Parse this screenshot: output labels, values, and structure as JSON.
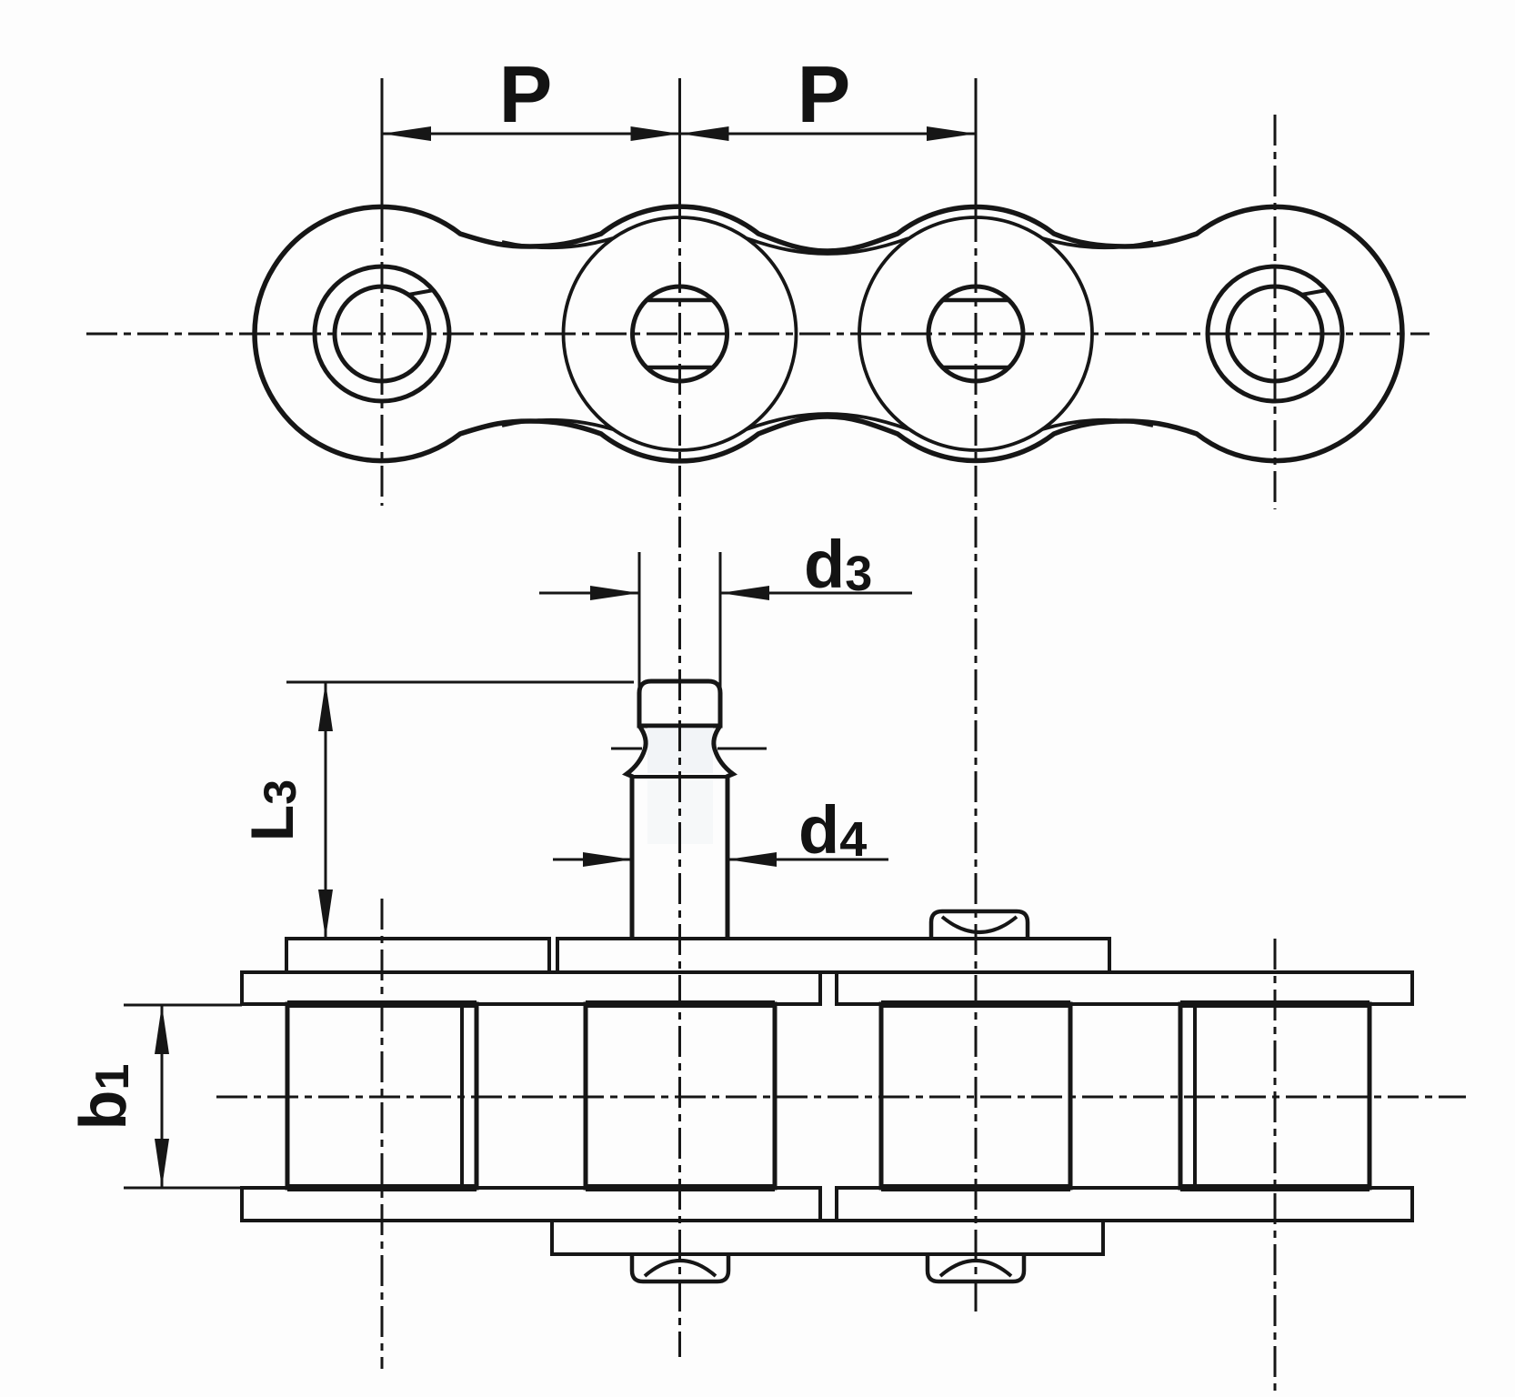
{
  "meta": {
    "type": "technical-drawing",
    "subject": "Roller chain with extended bearing pin - dimensioned plan and side views"
  },
  "colors": {
    "ink": "#161616",
    "paper": "#fdfdfd",
    "pin_tint": "#e3e8ef"
  },
  "dimensions": {
    "pitch_left": {
      "label": "P"
    },
    "pitch_right": {
      "label": "P"
    },
    "pin_head_diameter": {
      "label": "d",
      "sub": "3"
    },
    "pin_shank_diameter": {
      "label": "d",
      "sub": "4"
    },
    "pin_extension_length": {
      "label": "L",
      "sub": "3"
    },
    "inner_width": {
      "label": "b",
      "sub": "1"
    }
  }
}
